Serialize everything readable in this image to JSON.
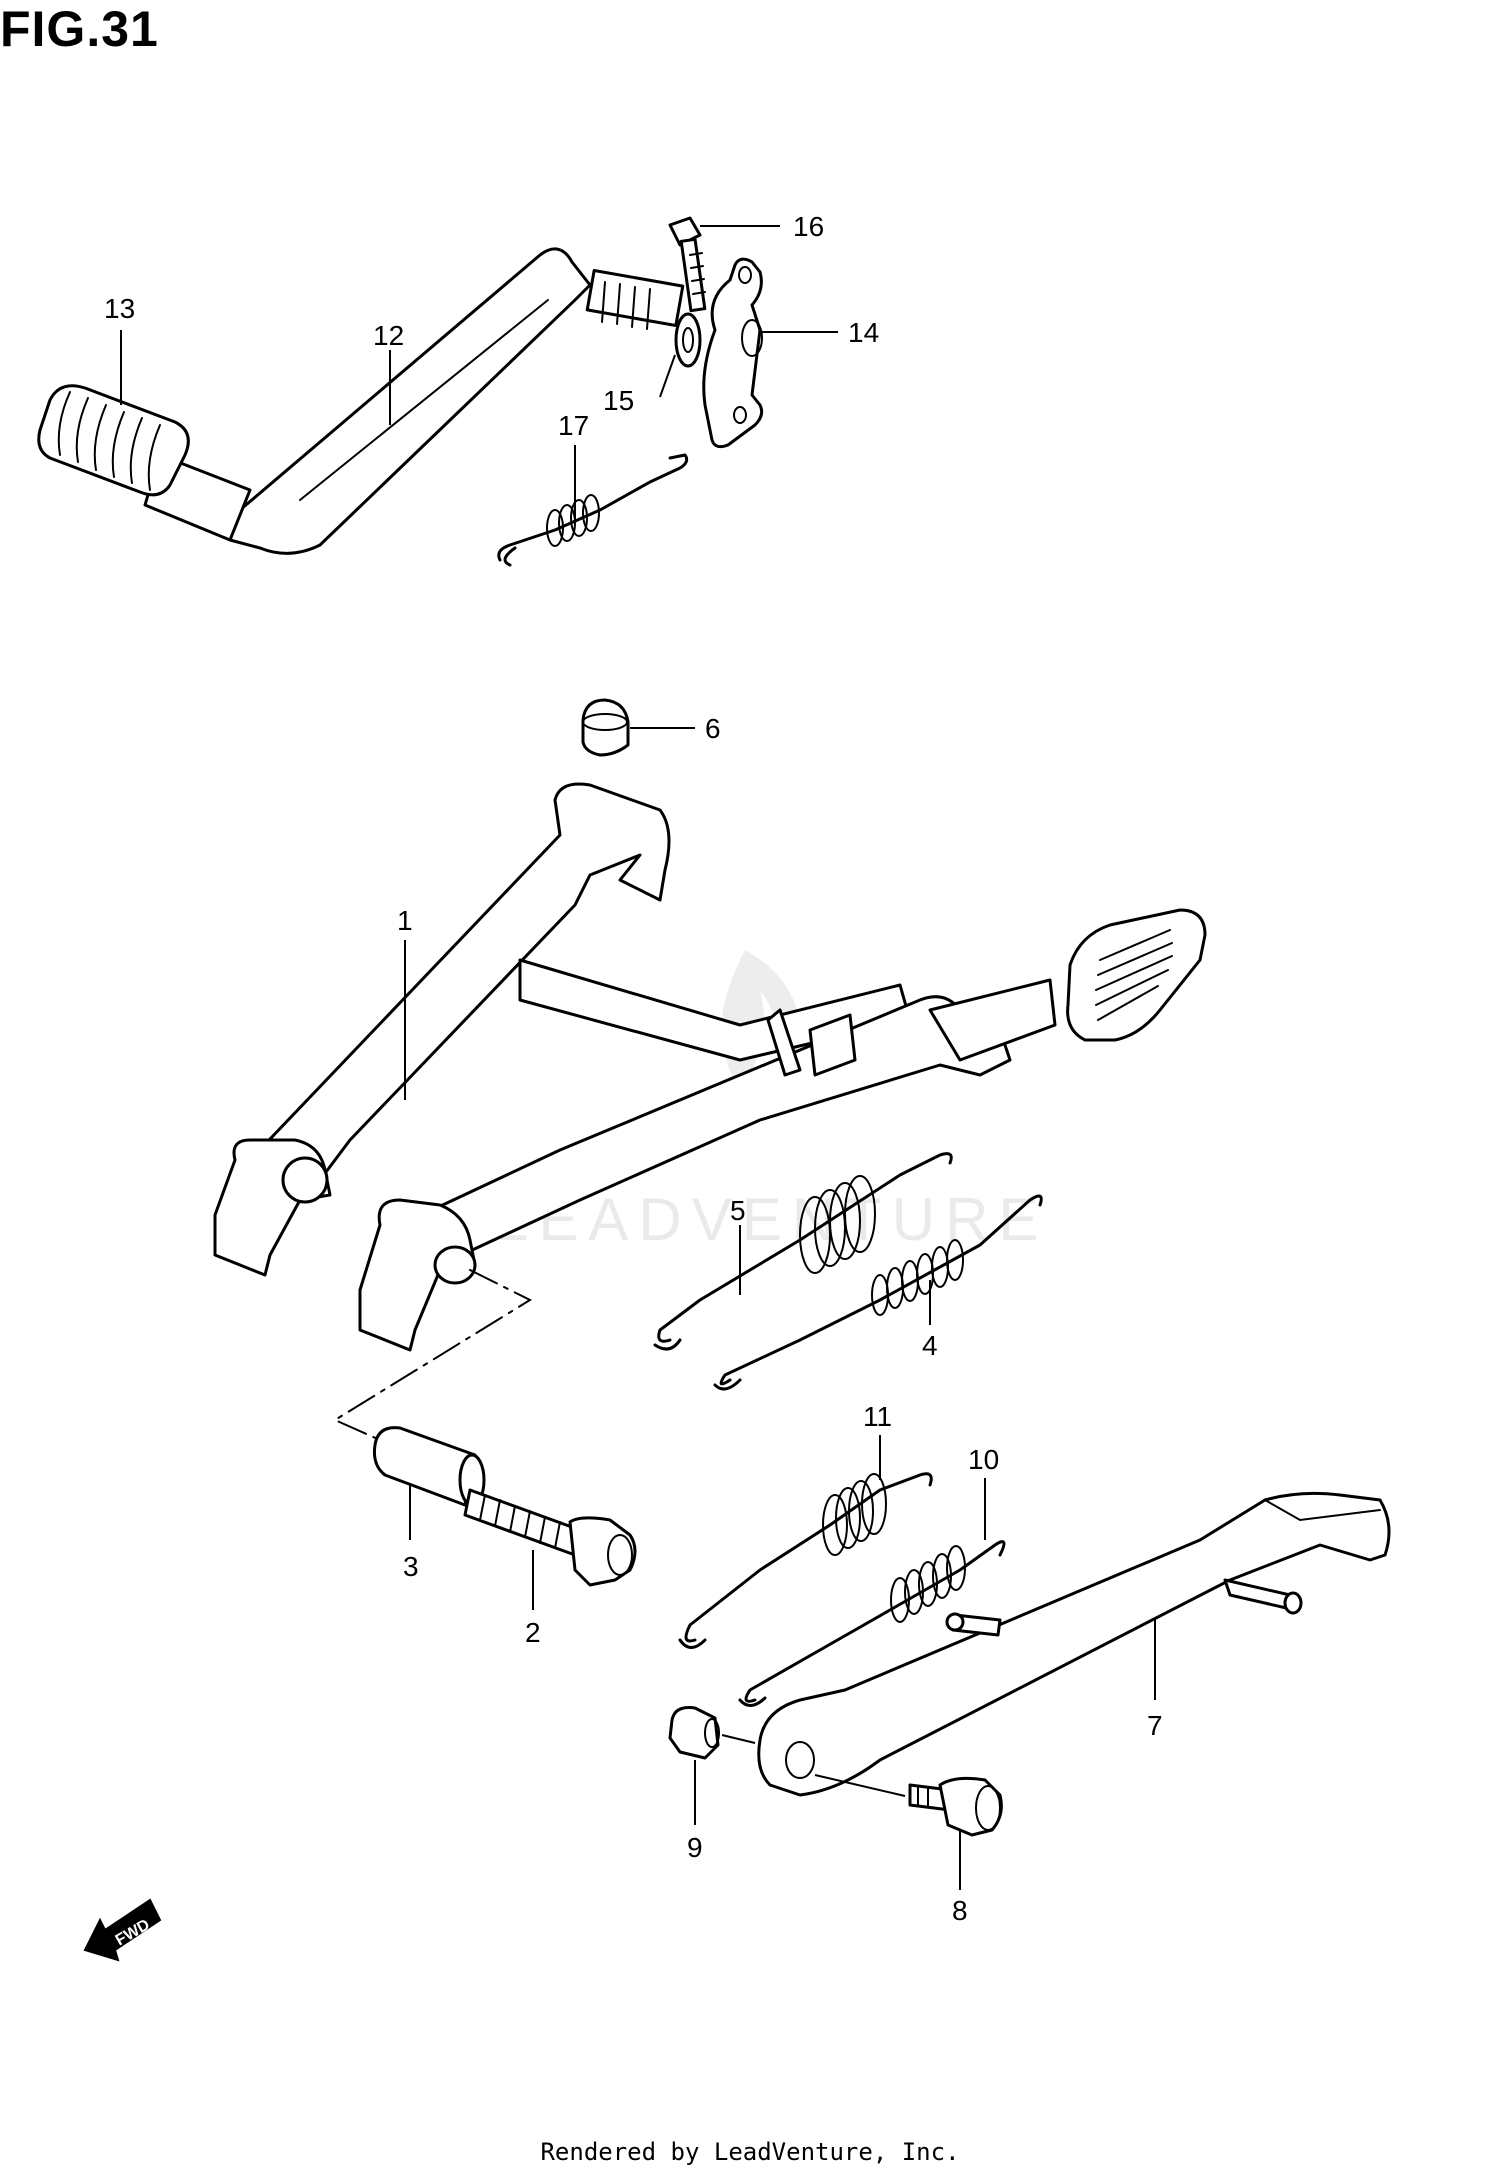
{
  "title": "FIG.31",
  "footer": "Rendered by LeadVenture, Inc.",
  "watermark": "LEADVENTURE",
  "fwd_label": "FWD",
  "callouts": {
    "c1": "1",
    "c2": "2",
    "c3": "3",
    "c4": "4",
    "c5": "5",
    "c6": "6",
    "c7": "7",
    "c8": "8",
    "c9": "9",
    "c10": "10",
    "c11": "11",
    "c12": "12",
    "c13": "13",
    "c14": "14",
    "c15": "15",
    "c16": "16",
    "c17": "17"
  }
}
